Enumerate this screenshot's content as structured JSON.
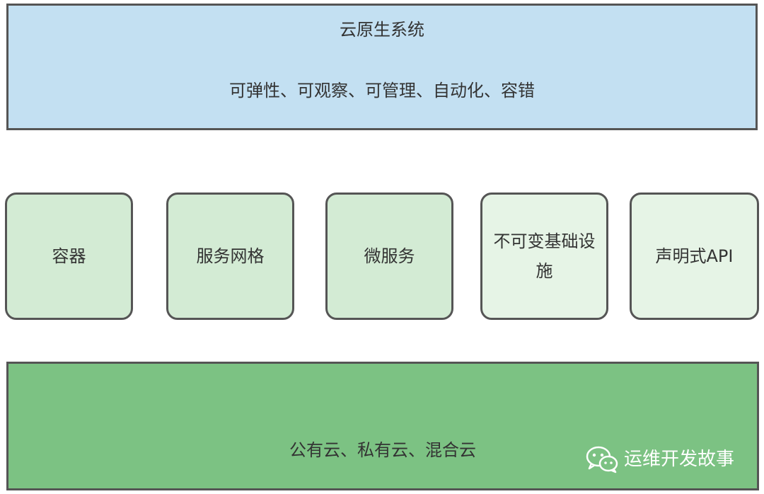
{
  "top": {
    "title": "云原生系统",
    "subtitle": "可弹性、可观察、可管理、自动化、容错"
  },
  "components": [
    {
      "label": "容器"
    },
    {
      "label": "服务网格"
    },
    {
      "label": "微服务"
    },
    {
      "label": "不可变基础设施"
    },
    {
      "label": "声明式API"
    }
  ],
  "bottom": {
    "label": "公有云、私有云、混合云"
  },
  "watermark": {
    "icon": "wechat-icon",
    "text": "运维开发故事"
  },
  "colors": {
    "top_fill": "#c3e0f2",
    "component_fill": "#d3ebd4",
    "component_fill_light": "#e6f4e6",
    "bottom_fill": "#7cc283",
    "border": "#555555"
  }
}
